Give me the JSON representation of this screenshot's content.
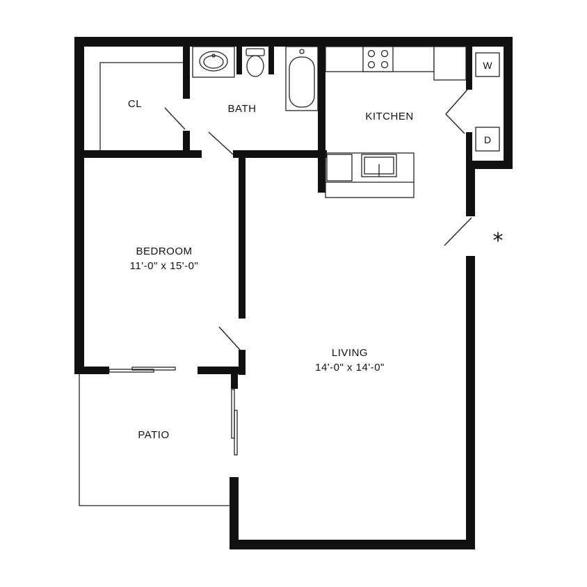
{
  "rooms": {
    "closet": "CL",
    "bath": "BATH",
    "kitchen": "KITCHEN",
    "bedroom": "BEDROOM",
    "bedroom_size": "11'-0\" x 15'-0\"",
    "living": "LIVING",
    "living_size": "14'-0\" x 14'-0\"",
    "patio": "PATIO"
  },
  "appliances": {
    "washer": "W",
    "dryer": "D"
  },
  "markers": {
    "entry": "*"
  },
  "colors": {
    "wall": "#111111",
    "line": "#222222",
    "background": "#ffffff"
  }
}
